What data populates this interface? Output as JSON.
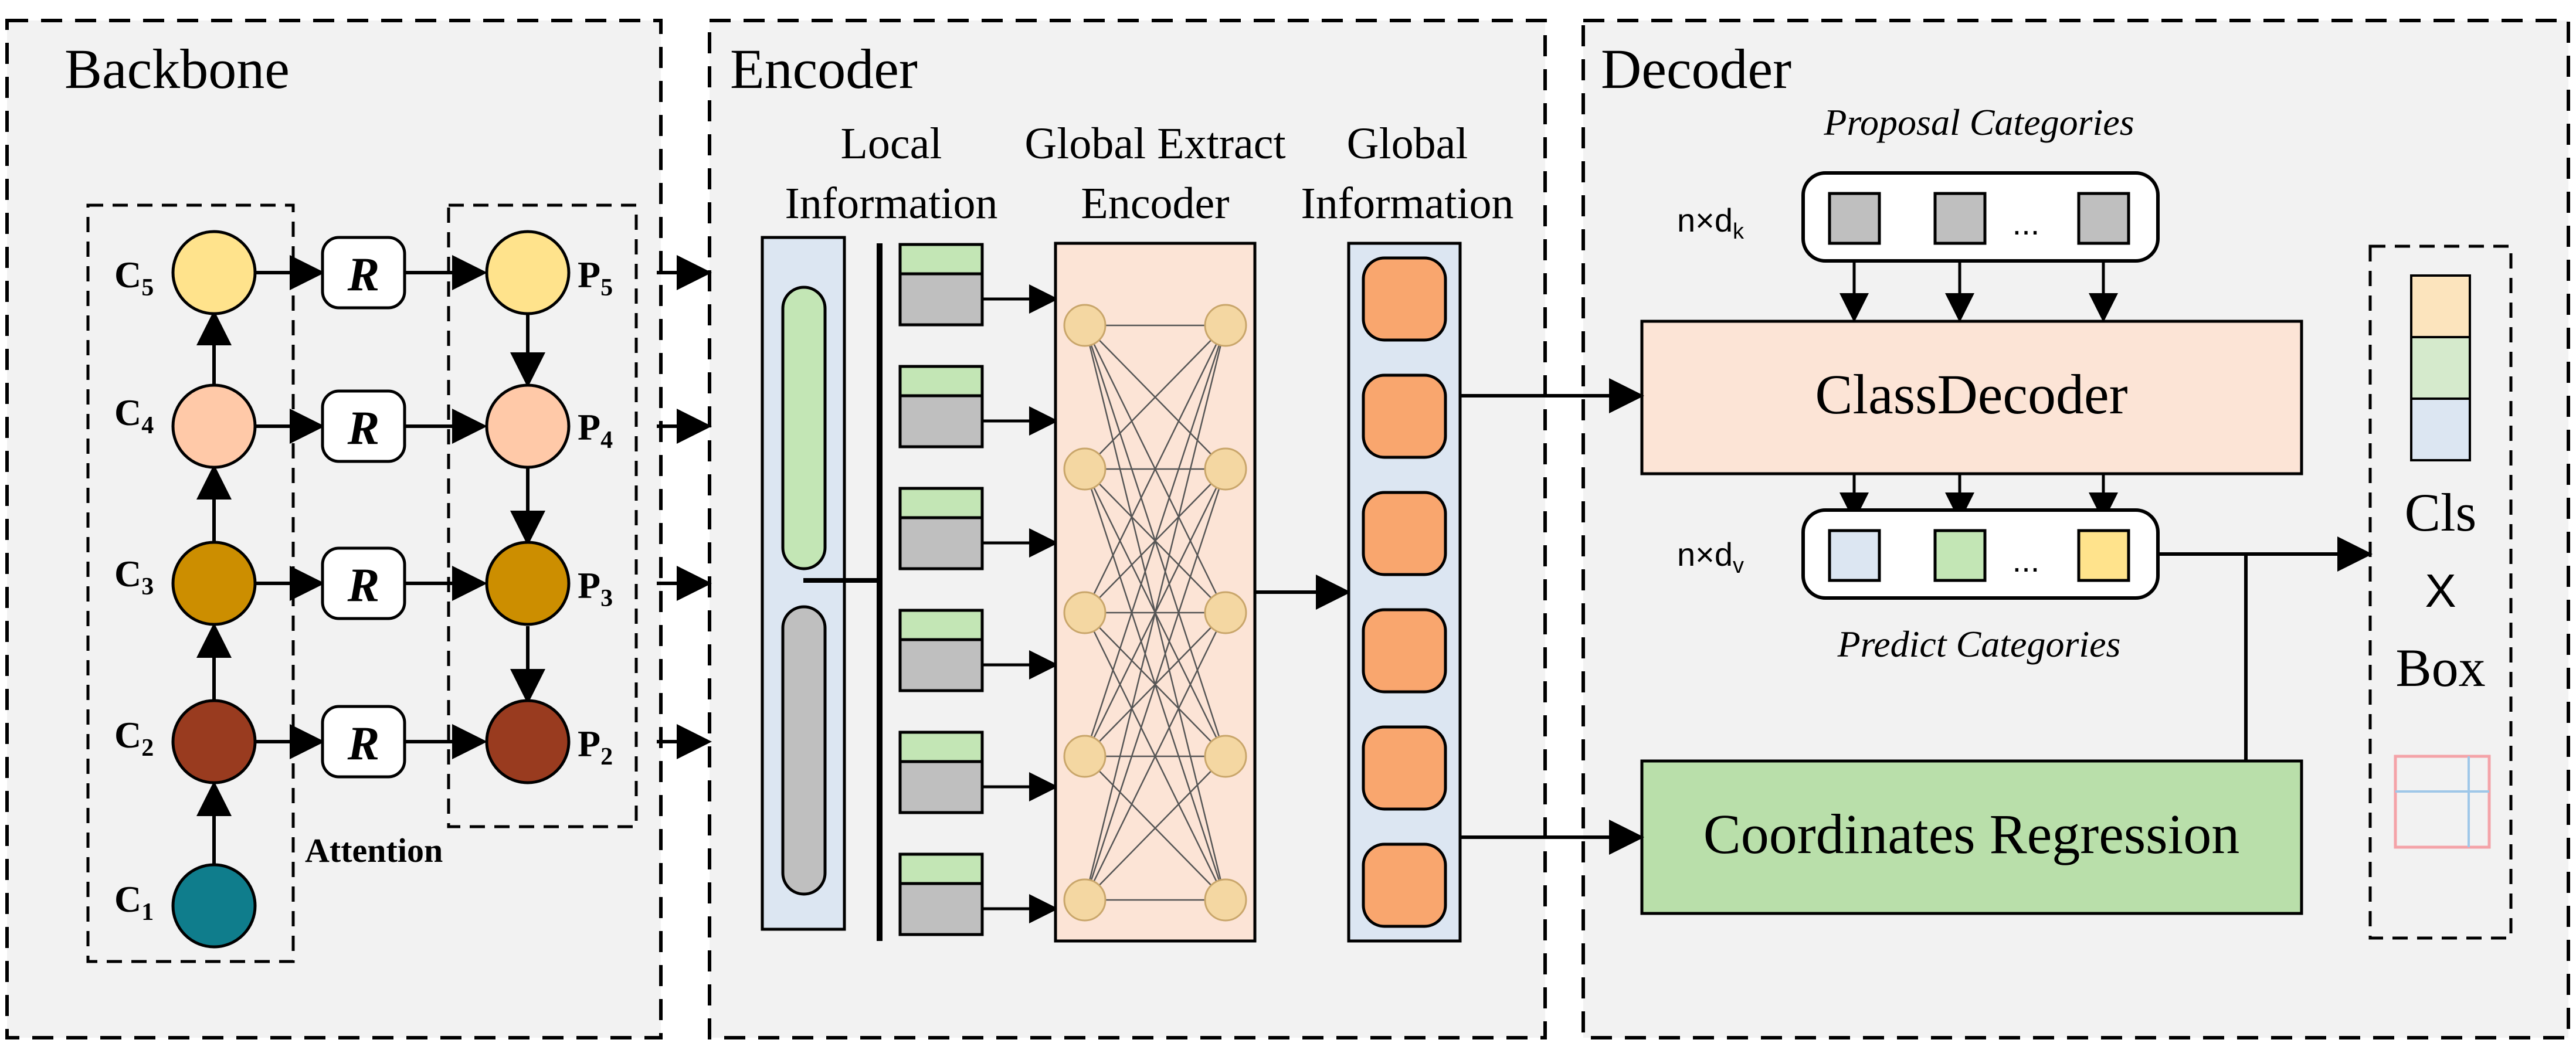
{
  "panels": {
    "backbone": "Backbone",
    "encoder": "Encoder",
    "decoder": "Decoder"
  },
  "backbone": {
    "c_nodes": [
      {
        "base": "C",
        "sub": "5",
        "color": "#FFE38C"
      },
      {
        "base": "C",
        "sub": "4",
        "color": "#FFC9A8"
      },
      {
        "base": "C",
        "sub": "3",
        "color": "#CC8E00"
      },
      {
        "base": "C",
        "sub": "2",
        "color": "#993B1F"
      },
      {
        "base": "C",
        "sub": "1",
        "color": "#0F7D8C"
      }
    ],
    "p_nodes": [
      {
        "base": "P",
        "sub": "5",
        "color": "#FFE38C"
      },
      {
        "base": "P",
        "sub": "4",
        "color": "#FFC9A8"
      },
      {
        "base": "P",
        "sub": "3",
        "color": "#CC8E00"
      },
      {
        "base": "P",
        "sub": "2",
        "color": "#993B1F"
      }
    ],
    "attention_symbol": "R",
    "attention_label": "Attention"
  },
  "encoder": {
    "local_label_1": "Local",
    "local_label_2": "Information",
    "global_extract_label_1": "Global Extract",
    "global_extract_label_2": "Encoder",
    "global_info_label_1": "Global",
    "global_info_label_2": "Information"
  },
  "decoder": {
    "proposal_label": "Proposal Categories",
    "predict_label": "Predict Categories",
    "ndk": {
      "base": "n×d",
      "sub": "k"
    },
    "ndv": {
      "base": "n×d",
      "sub": "v"
    },
    "ellipsis": "...",
    "class_decoder": "ClassDecoder",
    "coord_regression": "Coordinates Regression",
    "output_cls": "Cls",
    "output_x": "X",
    "output_box": "Box"
  },
  "colors": {
    "panel_bg": "#F2F2F2",
    "local_column": "#DCE6F2",
    "green_fill": "#C3E6B5",
    "gray_fill": "#BFBFBF",
    "encoder_bg": "#FCE4D6",
    "neuron_fill": "#F4D7A2",
    "global_cell": "#F9A66E",
    "classdecoder_fill": "#FCE4D6",
    "regression_fill": "#B9DFAA",
    "pred_blue": "#DCE6F2",
    "pred_green": "#C3E6B5",
    "pred_yellow": "#FFE38C",
    "out_top": "#FCE4BD",
    "out_mid": "#D5EACC",
    "out_bot": "#DCE6F2",
    "box_pink": "#F4A3A8",
    "box_blue": "#9FC7E8"
  }
}
